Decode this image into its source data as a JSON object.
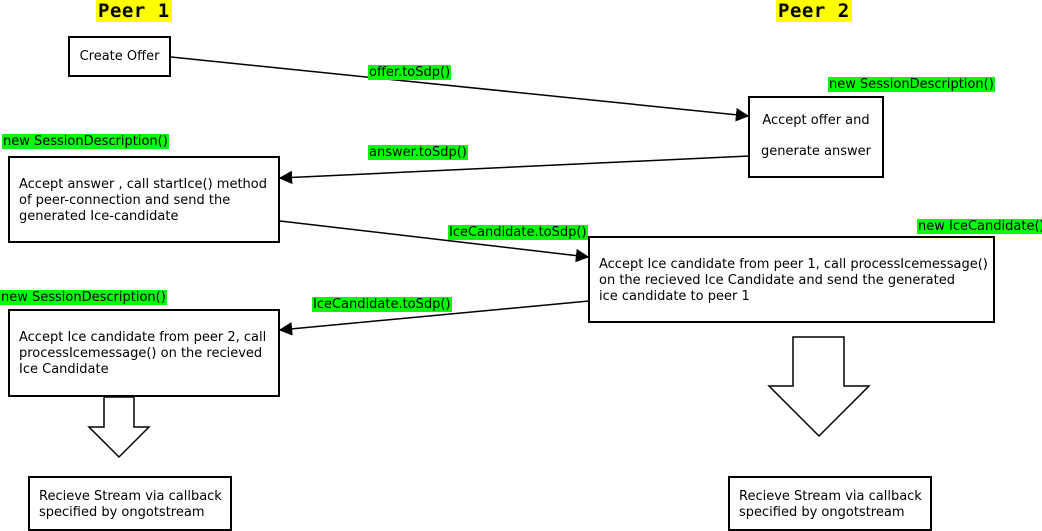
{
  "peers": {
    "peer1": "Peer 1",
    "peer2": "Peer 2"
  },
  "boxes": {
    "create_offer": "Create Offer",
    "accept_offer": [
      "Accept offer and",
      "generate answer"
    ],
    "accept_answer": [
      "Accept answer , call startIce() method",
      "of peer-connection and send the",
      "generated Ice-candidate"
    ],
    "accept_ice_peer1": [
      "Accept Ice candidate from peer 1, call processIcemessage()",
      "on the recieved Ice Candidate and send the generated",
      "ice candidate to peer 1"
    ],
    "accept_ice_peer2": [
      "Accept Ice candidate from peer 2, call",
      "processIcemessage() on the recieved",
      "Ice Candidate"
    ],
    "stream_left": [
      "Recieve Stream via callback",
      "specified by ongotstream"
    ],
    "stream_right": [
      "Recieve Stream via callback",
      "specified by ongotstream"
    ]
  },
  "labels": {
    "offer": "offer.toSdp()",
    "answer": "answer.toSdp()",
    "ice1": "IceCandidate.toSdp()",
    "ice2": "IceCandidate.toSdp()",
    "sd_right": "new SessionDescription()",
    "sd_left_top": "new SessionDescription()",
    "new_ice": "new IceCandidate()",
    "sd_left_bottom": "new SessionDescription()"
  },
  "colors": {
    "peer_highlight": "#ffff00",
    "label_highlight": "#00ff00"
  }
}
